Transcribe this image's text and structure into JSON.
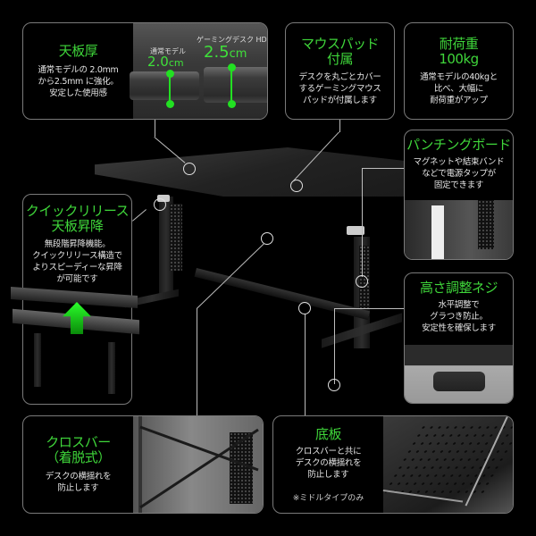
{
  "colors": {
    "accent_green": "#3fd63a",
    "background": "#000000",
    "border": "#7a7a7a"
  },
  "features": {
    "top_thickness": {
      "title": "天板厚",
      "desc_lines": [
        "通常モデルの 2.0mm",
        "から2.5mm に強化。",
        "安定した使用感"
      ],
      "standard_label": "通常モデル",
      "standard_value": "2.0",
      "standard_unit": "cm",
      "hd_label": "ゲーミングデスク HD",
      "hd_value": "2.5",
      "hd_unit": "cm"
    },
    "mousepad": {
      "title_lines": [
        "マウスパッド",
        "付属"
      ],
      "desc_lines": [
        "デスクを丸ごとカバー",
        "するゲーミングマウス",
        "パッドが付属します"
      ]
    },
    "load_capacity": {
      "title_lines": [
        "耐荷重",
        "100kg"
      ],
      "desc_lines": [
        "通常モデルの40kgと",
        "比べ、大幅に",
        "耐荷重がアップ"
      ]
    },
    "punching_board": {
      "title": "パンチングボード",
      "desc_lines": [
        "マグネットや結束バンド",
        "などで電源タップが",
        "固定できます"
      ]
    },
    "quick_release": {
      "title_lines": [
        "クイックリリース",
        "天板昇降"
      ],
      "desc_lines": [
        "無段階昇降機能。",
        "クイックリリース構造で",
        "よりスピーディーな昇降",
        "が可能です"
      ]
    },
    "leveler": {
      "title": "高さ調整ネジ",
      "desc_lines": [
        "水平調整で",
        "グラつき防止。",
        "安定性を確保します"
      ]
    },
    "crossbar": {
      "title_lines": [
        "クロスバー",
        "（着脱式）"
      ],
      "desc_lines": [
        "デスクの横揺れを",
        "防止します"
      ]
    },
    "bottom_plate": {
      "title": "底板",
      "desc_lines": [
        "クロスバーと共に",
        "デスクの横揺れを",
        "防止します"
      ],
      "note": "※ミドルタイプのみ"
    }
  }
}
